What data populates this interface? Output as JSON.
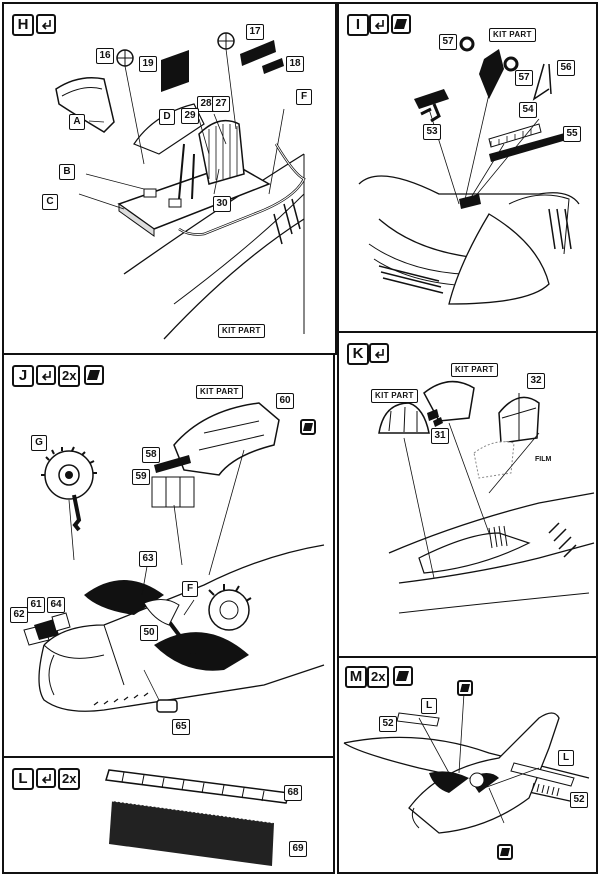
{
  "steps": {
    "H": {
      "letter": "H",
      "parts": [
        "16",
        "19",
        "17",
        "18",
        "28",
        "27",
        "29",
        "30"
      ],
      "refs": [
        "A",
        "B",
        "C",
        "D",
        "F"
      ],
      "kit_part": "KIT PART"
    },
    "I": {
      "letter": "I",
      "parts": [
        "57",
        "57",
        "56",
        "54",
        "53",
        "55"
      ],
      "kit_part": "KIT PART"
    },
    "J": {
      "letter": "J",
      "multiplier": "2x",
      "parts": [
        "60",
        "58",
        "59",
        "63",
        "64",
        "61",
        "62",
        "50",
        "65"
      ],
      "refs": [
        "G",
        "F"
      ],
      "kit_part": "KIT PART"
    },
    "K": {
      "letter": "K",
      "parts": [
        "32",
        "31"
      ],
      "kit_part_1": "KIT PART",
      "kit_part_2": "KIT PART",
      "film": "FILM"
    },
    "L": {
      "letter": "L",
      "multiplier": "2x",
      "parts": [
        "68",
        "69"
      ]
    },
    "M": {
      "letter": "M",
      "multiplier": "2x",
      "parts": [
        "52",
        "52"
      ],
      "refs": [
        "L",
        "L"
      ]
    }
  },
  "icons": {
    "glue": "glue-arrow-icon",
    "paint": "paint-sheet-icon"
  }
}
